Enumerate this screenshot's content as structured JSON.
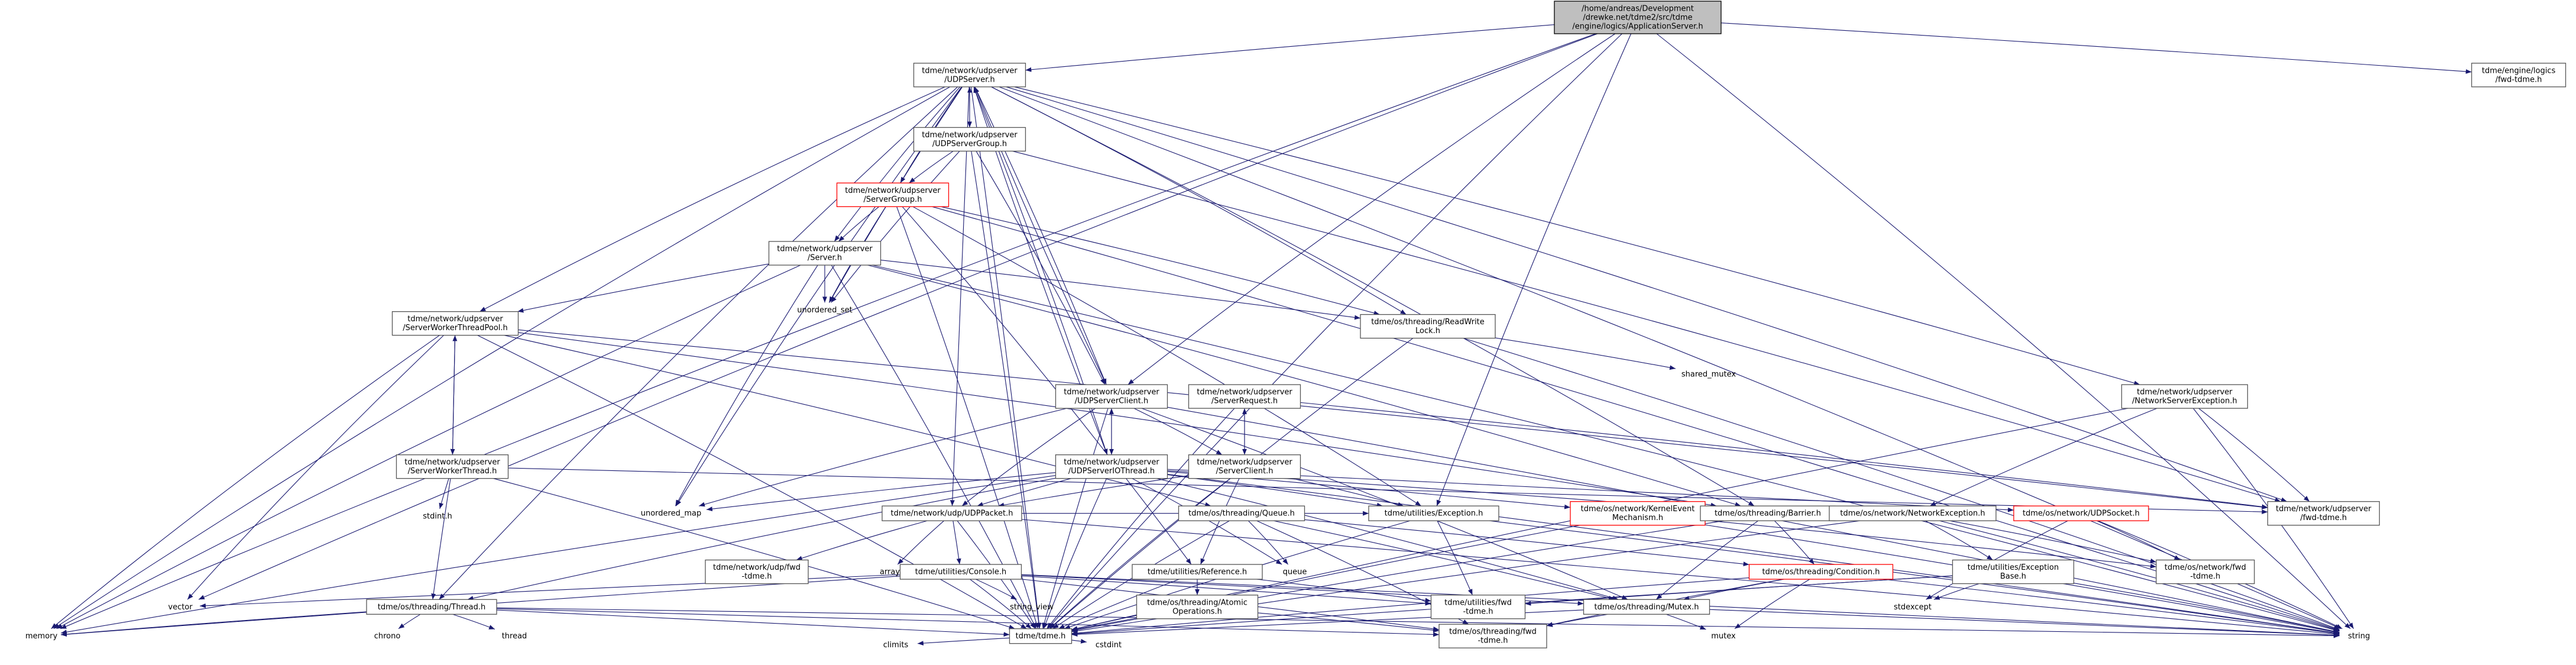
{
  "nodes": [
    {
      "id": "appserver",
      "lines": [
        "/home/andreas/Development",
        "/drewke.net/tdme2/src/tdme",
        "/engine/logics/ApplicationServer.h"
      ],
      "style": "root"
    },
    {
      "id": "udpserver",
      "lines": [
        "tdme/network/udpserver",
        "/UDPServer.h"
      ]
    },
    {
      "id": "logicsfwd",
      "lines": [
        "tdme/engine/logics",
        "/fwd-tdme.h"
      ]
    },
    {
      "id": "udpservergroup",
      "lines": [
        "tdme/network/udpserver",
        "/UDPServerGroup.h"
      ]
    },
    {
      "id": "servergroup",
      "lines": [
        "tdme/network/udpserver",
        "/ServerGroup.h"
      ],
      "style": "red"
    },
    {
      "id": "server",
      "lines": [
        "tdme/network/udpserver",
        "/Server.h"
      ]
    },
    {
      "id": "unordered_set",
      "lines": [
        "unordered_set"
      ],
      "style": "plain"
    },
    {
      "id": "readwritelock",
      "lines": [
        "tdme/os/threading/ReadWrite",
        "Lock.h"
      ]
    },
    {
      "id": "workerpool",
      "lines": [
        "tdme/network/udpserver",
        "/ServerWorkerThreadPool.h"
      ]
    },
    {
      "id": "shared_mutex",
      "lines": [
        "shared_mutex"
      ],
      "style": "plain"
    },
    {
      "id": "udpserverclient",
      "lines": [
        "tdme/network/udpserver",
        "/UDPServerClient.h"
      ]
    },
    {
      "id": "serverrequest",
      "lines": [
        "tdme/network/udpserver",
        "/ServerRequest.h"
      ]
    },
    {
      "id": "netserverexception",
      "lines": [
        "tdme/network/udpserver",
        "/NetworkServerException.h"
      ]
    },
    {
      "id": "workerthread",
      "lines": [
        "tdme/network/udpserver",
        "/ServerWorkerThread.h"
      ]
    },
    {
      "id": "udpserveriothread",
      "lines": [
        "tdme/network/udpserver",
        "/UDPServerIOThread.h"
      ]
    },
    {
      "id": "serverclient",
      "lines": [
        "tdme/network/udpserver",
        "/ServerClient.h"
      ]
    },
    {
      "id": "stdint",
      "lines": [
        "stdint.h"
      ],
      "style": "plain"
    },
    {
      "id": "unordered_map",
      "lines": [
        "unordered_map"
      ],
      "style": "plain"
    },
    {
      "id": "udppacket",
      "lines": [
        "tdme/network/udp/UDPPacket.h"
      ]
    },
    {
      "id": "queue",
      "lines": [
        "tdme/os/threading/Queue.h"
      ]
    },
    {
      "id": "exception",
      "lines": [
        "tdme/utilities/Exception.h"
      ]
    },
    {
      "id": "kernelevent",
      "lines": [
        "tdme/os/network/KernelEvent",
        "Mechanism.h"
      ],
      "style": "red"
    },
    {
      "id": "barrier",
      "lines": [
        "tdme/os/threading/Barrier.h"
      ]
    },
    {
      "id": "udpsocket",
      "lines": [
        "tdme/os/network/UDPSocket.h"
      ],
      "style": "red"
    },
    {
      "id": "udpserverfwd",
      "lines": [
        "tdme/network/udpserver",
        "/fwd-tdme.h"
      ]
    },
    {
      "id": "networkexception",
      "lines": [
        "tdme/os/network/NetworkException.h"
      ]
    },
    {
      "id": "udpfwd",
      "lines": [
        "tdme/network/udp/fwd",
        "-tdme.h"
      ]
    },
    {
      "id": "array",
      "lines": [
        "array"
      ],
      "style": "plain"
    },
    {
      "id": "console",
      "lines": [
        "tdme/utilities/Console.h"
      ]
    },
    {
      "id": "queue_std",
      "lines": [
        "queue"
      ],
      "style": "plain"
    },
    {
      "id": "reference",
      "lines": [
        "tdme/utilities/Reference.h"
      ]
    },
    {
      "id": "condition",
      "lines": [
        "tdme/os/threading/Condition.h"
      ],
      "style": "red"
    },
    {
      "id": "exceptionbase",
      "lines": [
        "tdme/utilities/Exception",
        "Base.h"
      ]
    },
    {
      "id": "osnetworkfwd",
      "lines": [
        "tdme/os/network/fwd",
        "-tdme.h"
      ]
    },
    {
      "id": "vector",
      "lines": [
        "vector"
      ],
      "style": "plain"
    },
    {
      "id": "thread",
      "lines": [
        "tdme/os/threading/Thread.h"
      ]
    },
    {
      "id": "string_view",
      "lines": [
        "string_view"
      ],
      "style": "plain"
    },
    {
      "id": "atomicops",
      "lines": [
        "tdme/os/threading/Atomic",
        "Operations.h"
      ]
    },
    {
      "id": "utilitiesfwd",
      "lines": [
        "tdme/utilities/fwd",
        "-tdme.h"
      ]
    },
    {
      "id": "mutex",
      "lines": [
        "tdme/os/threading/Mutex.h"
      ]
    },
    {
      "id": "stdexcept",
      "lines": [
        "stdexcept"
      ],
      "style": "plain"
    },
    {
      "id": "memory",
      "lines": [
        "memory"
      ],
      "style": "plain"
    },
    {
      "id": "chrono",
      "lines": [
        "chrono"
      ],
      "style": "plain"
    },
    {
      "id": "thread_std",
      "lines": [
        "thread"
      ],
      "style": "plain"
    },
    {
      "id": "tdmeh",
      "lines": [
        "tdme/tdme.h"
      ]
    },
    {
      "id": "threadingfwd",
      "lines": [
        "tdme/os/threading/fwd",
        "-tdme.h"
      ]
    },
    {
      "id": "mutex_std",
      "lines": [
        "mutex"
      ],
      "style": "plain"
    },
    {
      "id": "string",
      "lines": [
        "string"
      ],
      "style": "plain"
    },
    {
      "id": "climits",
      "lines": [
        "climits"
      ],
      "style": "plain"
    },
    {
      "id": "cstdint",
      "lines": [
        "cstdint"
      ],
      "style": "plain"
    }
  ],
  "edges": [
    [
      "appserver",
      "udpserver"
    ],
    [
      "appserver",
      "logicsfwd"
    ],
    [
      "appserver",
      "memory"
    ],
    [
      "appserver",
      "vector"
    ],
    [
      "appserver",
      "string"
    ],
    [
      "appserver",
      "tdmeh"
    ],
    [
      "appserver",
      "exception"
    ],
    [
      "appserver",
      "udpserverclient"
    ],
    [
      "udpserver",
      "udpservergroup"
    ],
    [
      "udpserver",
      "servergroup"
    ],
    [
      "udpserver",
      "server"
    ],
    [
      "udpserver",
      "unordered_set"
    ],
    [
      "udpserver",
      "unordered_map"
    ],
    [
      "udpserver",
      "readwritelock"
    ],
    [
      "udpserver",
      "workerpool"
    ],
    [
      "udpserver",
      "udpserverclient"
    ],
    [
      "udpserver",
      "udpserveriothread"
    ],
    [
      "udpserver",
      "netserverexception"
    ],
    [
      "udpserver",
      "udpserverfwd"
    ],
    [
      "udpserver",
      "udppacket"
    ],
    [
      "udpserver",
      "barrier"
    ],
    [
      "udpserver",
      "thread"
    ],
    [
      "udpserver",
      "memory"
    ],
    [
      "udpserver",
      "string"
    ],
    [
      "udpserver",
      "tdmeh"
    ],
    [
      "udpservergroup",
      "udpserver"
    ],
    [
      "udpservergroup",
      "servergroup"
    ],
    [
      "udpservergroup",
      "udpserverclient"
    ],
    [
      "udpservergroup",
      "udpserverfwd"
    ],
    [
      "udpservergroup",
      "tdmeh"
    ],
    [
      "udpservergroup",
      "unordered_set"
    ],
    [
      "servergroup",
      "server"
    ],
    [
      "servergroup",
      "readwritelock"
    ],
    [
      "servergroup",
      "exception"
    ],
    [
      "servergroup",
      "reference"
    ],
    [
      "servergroup",
      "string"
    ],
    [
      "servergroup",
      "unordered_set"
    ],
    [
      "servergroup",
      "tdmeh"
    ],
    [
      "server",
      "workerpool"
    ],
    [
      "server",
      "readwritelock"
    ],
    [
      "server",
      "barrier"
    ],
    [
      "server",
      "unordered_set"
    ],
    [
      "server",
      "unordered_map"
    ],
    [
      "server",
      "memory"
    ],
    [
      "server",
      "string"
    ],
    [
      "server",
      "tdmeh"
    ],
    [
      "readwritelock",
      "shared_mutex"
    ],
    [
      "readwritelock",
      "tdmeh"
    ],
    [
      "readwritelock",
      "string"
    ],
    [
      "workerpool",
      "workerthread"
    ],
    [
      "workerpool",
      "queue"
    ],
    [
      "workerpool",
      "barrier"
    ],
    [
      "workerpool",
      "udpserverfwd"
    ],
    [
      "workerpool",
      "vector"
    ],
    [
      "workerpool",
      "memory"
    ],
    [
      "workerpool",
      "tdmeh"
    ],
    [
      "workerthread",
      "workerpool"
    ],
    [
      "workerthread",
      "thread"
    ],
    [
      "workerthread",
      "stdint"
    ],
    [
      "workerthread",
      "tdmeh"
    ],
    [
      "workerthread",
      "udpserverfwd"
    ],
    [
      "udpserverclient",
      "udpserver"
    ],
    [
      "udpserverclient",
      "udpserveriothread"
    ],
    [
      "udpserverclient",
      "serverclient"
    ],
    [
      "udpserverclient",
      "udppacket"
    ],
    [
      "udpserverclient",
      "mutex"
    ],
    [
      "udpserverclient",
      "string"
    ],
    [
      "udpserverclient",
      "tdmeh"
    ],
    [
      "udpserverclient",
      "unordered_map"
    ],
    [
      "serverrequest",
      "serverclient"
    ],
    [
      "serverrequest",
      "udpserverfwd"
    ],
    [
      "serverrequest",
      "tdmeh"
    ],
    [
      "serverclient",
      "serverrequest"
    ],
    [
      "serverclient",
      "udppacket"
    ],
    [
      "serverclient",
      "reference"
    ],
    [
      "serverclient",
      "exception"
    ],
    [
      "serverclient",
      "tdmeh"
    ],
    [
      "udpserveriothread",
      "udpserver"
    ],
    [
      "udpserveriothread",
      "udpserverclient"
    ],
    [
      "udpserveriothread",
      "udppacket"
    ],
    [
      "udpserveriothread",
      "kernelevent"
    ],
    [
      "udpserveriothread",
      "udpsocket"
    ],
    [
      "udpserveriothread",
      "barrier"
    ],
    [
      "udpserveriothread",
      "thread"
    ],
    [
      "udpserveriothread",
      "mutex"
    ],
    [
      "udpserveriothread",
      "queue_std"
    ],
    [
      "udpserveriothread",
      "unordered_map"
    ],
    [
      "udpserveriothread",
      "memory"
    ],
    [
      "udpserveriothread",
      "string"
    ],
    [
      "udpserveriothread",
      "tdmeh"
    ],
    [
      "udpserveriothread",
      "exception"
    ],
    [
      "netserverexception",
      "networkexception"
    ],
    [
      "netserverexception",
      "udpserverfwd"
    ],
    [
      "netserverexception",
      "string"
    ],
    [
      "netserverexception",
      "tdmeh"
    ],
    [
      "udppacket",
      "udpfwd"
    ],
    [
      "udppacket",
      "array"
    ],
    [
      "udppacket",
      "console"
    ],
    [
      "udppacket",
      "exception"
    ],
    [
      "udppacket",
      "tdmeh"
    ],
    [
      "udppacket",
      "string"
    ],
    [
      "queue",
      "condition"
    ],
    [
      "queue",
      "mutex"
    ],
    [
      "queue",
      "queue_std"
    ],
    [
      "queue",
      "tdmeh"
    ],
    [
      "queue",
      "threadingfwd"
    ],
    [
      "exception",
      "utilitiesfwd"
    ],
    [
      "exception",
      "string"
    ],
    [
      "exception",
      "tdmeh"
    ],
    [
      "kernelevent",
      "tdmeh"
    ],
    [
      "kernelevent",
      "osnetworkfwd"
    ],
    [
      "kernelevent",
      "string"
    ],
    [
      "barrier",
      "condition"
    ],
    [
      "barrier",
      "mutex"
    ],
    [
      "barrier",
      "tdmeh"
    ],
    [
      "udpsocket",
      "osnetworkfwd"
    ],
    [
      "udpsocket",
      "string"
    ],
    [
      "udpsocket",
      "stdexcept"
    ],
    [
      "networkexception",
      "exceptionbase"
    ],
    [
      "networkexception",
      "osnetworkfwd"
    ],
    [
      "networkexception",
      "tdmeh"
    ],
    [
      "networkexception",
      "string"
    ],
    [
      "console",
      "vector"
    ],
    [
      "console",
      "string_view"
    ],
    [
      "console",
      "memory"
    ],
    [
      "console",
      "mutex"
    ],
    [
      "console",
      "utilitiesfwd"
    ],
    [
      "console",
      "string"
    ],
    [
      "console",
      "tdmeh"
    ],
    [
      "console",
      "threadingfwd"
    ],
    [
      "reference",
      "atomicops"
    ],
    [
      "reference",
      "utilitiesfwd"
    ],
    [
      "reference",
      "tdmeh"
    ],
    [
      "condition",
      "mutex"
    ],
    [
      "condition",
      "mutex_std"
    ],
    [
      "condition",
      "threadingfwd"
    ],
    [
      "condition",
      "string"
    ],
    [
      "condition",
      "tdmeh"
    ],
    [
      "exceptionbase",
      "stdexcept"
    ],
    [
      "exceptionbase",
      "string"
    ],
    [
      "exceptionbase",
      "utilitiesfwd"
    ],
    [
      "exceptionbase",
      "tdmeh"
    ],
    [
      "thread",
      "chrono"
    ],
    [
      "thread",
      "thread_std"
    ],
    [
      "thread",
      "memory"
    ],
    [
      "thread",
      "string"
    ],
    [
      "thread",
      "threadingfwd"
    ],
    [
      "thread",
      "tdmeh"
    ],
    [
      "atomicops",
      "tdmeh"
    ],
    [
      "atomicops",
      "threadingfwd"
    ],
    [
      "mutex",
      "mutex_std"
    ],
    [
      "mutex",
      "string"
    ],
    [
      "mutex",
      "threadingfwd"
    ],
    [
      "mutex",
      "tdmeh"
    ],
    [
      "tdmeh",
      "climits"
    ],
    [
      "tdmeh",
      "cstdint"
    ]
  ]
}
